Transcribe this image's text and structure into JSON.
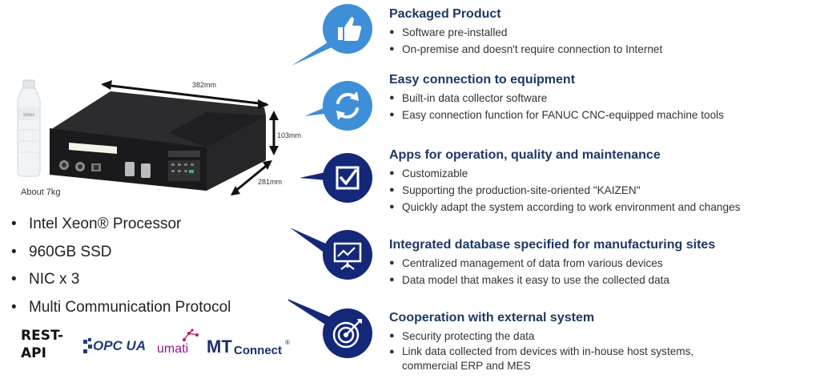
{
  "product": {
    "bottle_label": "500ml",
    "dimensions": {
      "width": "382mm",
      "height": "103mm",
      "depth": "281mm"
    },
    "weight": "About 7kg"
  },
  "specs": [
    "Intel Xeon® Processor",
    "960GB SSD",
    "NIC x 3",
    "Multi Communication Protocol"
  ],
  "protocols": {
    "rest": [
      "REST-",
      "API"
    ],
    "opc": "OPC UA",
    "umati": "umati",
    "mtconnect": {
      "mt": "MT",
      "connect": "Connect",
      "mark": "®"
    }
  },
  "features": [
    {
      "icon": "thumbs-up-icon",
      "title": "Packaged Product",
      "bullets": [
        "Software pre-installed",
        "On-premise and doesn't require connection to Internet"
      ]
    },
    {
      "icon": "refresh-icon",
      "title": "Easy connection to equipment",
      "bullets": [
        "Built-in data collector software",
        "Easy connection function for FANUC CNC-equipped machine tools"
      ]
    },
    {
      "icon": "checkbox-icon",
      "title": "Apps for operation, quality and maintenance",
      "bullets": [
        "Customizable",
        "Supporting the production-site-oriented \"KAIZEN\"",
        "Quickly adapt the system according to work environment and changes"
      ]
    },
    {
      "icon": "presentation-chart-icon",
      "title": "Integrated database specified for manufacturing sites",
      "bullets": [
        "Centralized management of data from various devices",
        "Data model that makes it easy to use the collected data"
      ]
    },
    {
      "icon": "target-icon",
      "title": "Cooperation with external system",
      "bullets": [
        "Security protecting the data",
        "Link data collected from devices with in-house host systems, commercial ERP and MES"
      ]
    }
  ],
  "colors": {
    "blue": "#3f8fd8",
    "navy": "#14287a",
    "heading": "#1f3864"
  }
}
